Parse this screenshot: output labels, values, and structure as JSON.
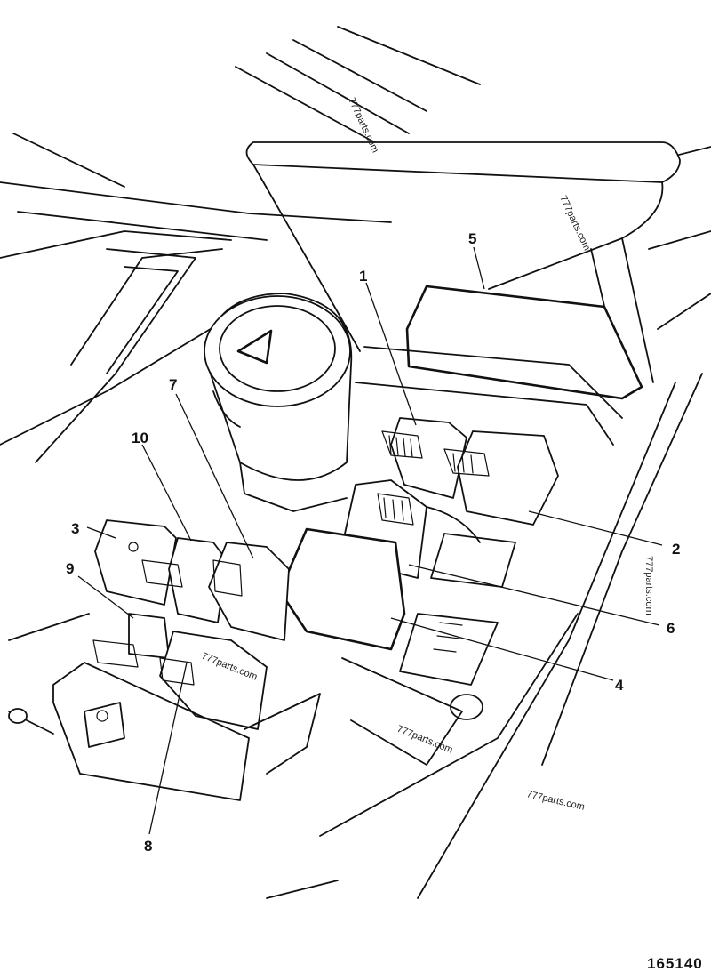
{
  "callouts": {
    "c1": "1",
    "c2": "2",
    "c3": "3",
    "c4": "4",
    "c5": "5",
    "c6": "6",
    "c7": "7",
    "c8": "8",
    "c9": "9",
    "c10": "10"
  },
  "watermarks": {
    "w1": "777parts.com",
    "w2": "777parts.com",
    "w3": "777parts.com",
    "w4": "777parts.com",
    "w5": "777parts.com",
    "w6": "777parts.com"
  },
  "figure_ref": "165140"
}
